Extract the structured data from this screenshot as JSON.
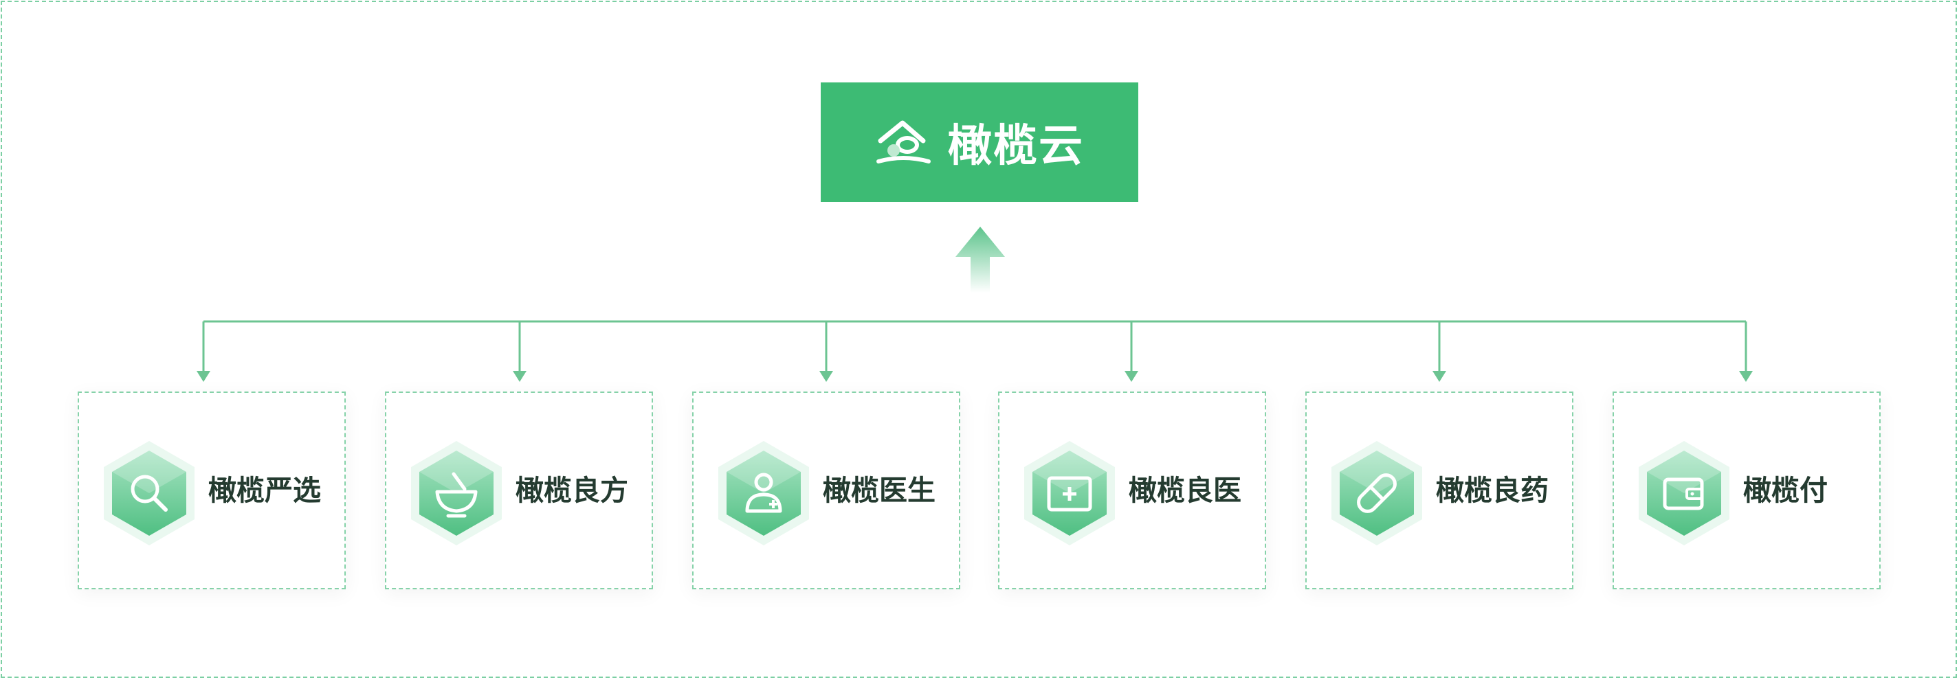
{
  "header": {
    "title": "橄榄云",
    "logo_icon": "olive-cloud-logo-icon",
    "color": "#3dbb74"
  },
  "arrow": {
    "icon": "up-arrow-icon"
  },
  "accent_color": "#7ccfa3",
  "products": [
    {
      "label": "橄榄严选",
      "icon": "search-icon"
    },
    {
      "label": "橄榄良方",
      "icon": "mortar-bowl-icon"
    },
    {
      "label": "橄榄医生",
      "icon": "doctor-icon"
    },
    {
      "label": "橄榄良医",
      "icon": "medical-kit-icon"
    },
    {
      "label": "橄榄良药",
      "icon": "pill-icon"
    },
    {
      "label": "橄榄付",
      "icon": "wallet-icon"
    }
  ]
}
